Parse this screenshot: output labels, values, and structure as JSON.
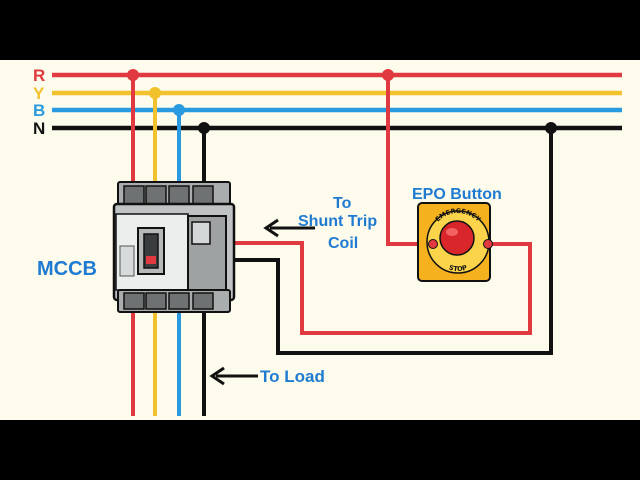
{
  "colors": {
    "background": "#fdfbec",
    "letterbox": "#000000",
    "r": "#e0393f",
    "y": "#f2c12e",
    "b": "#2a9ae0",
    "n": "#111111",
    "label_blue": "#1f7bd1",
    "epo_housing": "#f6b21e",
    "epo_button": "#d8262b",
    "breaker_body": "#bfc3c3"
  },
  "bus": {
    "r_label": "R",
    "y_label": "Y",
    "b_label": "B",
    "n_label": "N"
  },
  "labels": {
    "mccb": "MCCB",
    "epo_button": "EPO Button",
    "shunt_line1": "To",
    "shunt_line2": "Shunt Trip",
    "shunt_line3": "Coil",
    "to_load": "To Load"
  },
  "epo_text": {
    "ring_top": "EMERGENCY",
    "ring_bottom": "STOP"
  },
  "icons": [
    "arrow-left-icon",
    "emergency-stop-icon"
  ]
}
